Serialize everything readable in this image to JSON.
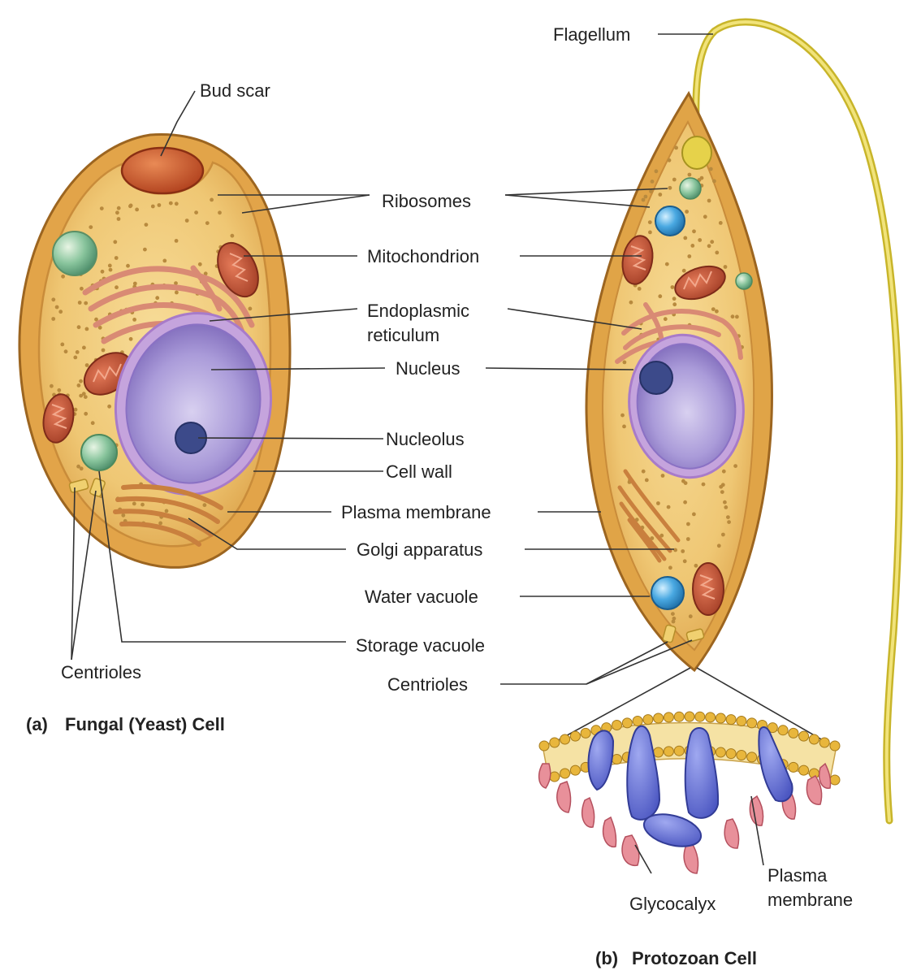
{
  "labels": {
    "bud_scar": "Bud scar",
    "flagellum": "Flagellum",
    "ribosomes": "Ribosomes",
    "mitochondrion": "Mitochondrion",
    "er_line1": "Endoplasmic",
    "er_line2": "reticulum",
    "nucleus": "Nucleus",
    "nucleolus": "Nucleolus",
    "cell_wall": "Cell wall",
    "plasma_membrane": "Plasma membrane",
    "golgi": "Golgi apparatus",
    "water_vacuole": "Water vacuole",
    "storage_vacuole": "Storage vacuole",
    "centrioles_left": "Centrioles",
    "centrioles_right": "Centrioles",
    "glycocalyx": "Glycocalyx",
    "plasma_membrane_b_line1": "Plasma",
    "plasma_membrane_b_line2": "membrane"
  },
  "captions": {
    "a_letter": "(a)",
    "a_title": "Fungal (Yeast) Cell",
    "b_letter": "(b)",
    "b_title": "Protozoan Cell"
  }
}
